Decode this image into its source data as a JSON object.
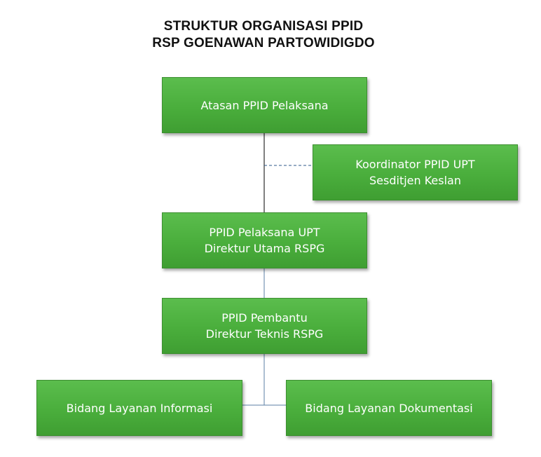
{
  "title": {
    "line1": "STRUKTUR ORGANISASI PPID",
    "line2": "RSP GOENAWAN PARTOWIDIGDO"
  },
  "nodes": {
    "atasan": {
      "line1": "Atasan PPID Pelaksana"
    },
    "koordinator": {
      "line1": "Koordinator PPID UPT",
      "line2": "Sesditjen Keslan"
    },
    "pelaksana": {
      "line1": "PPID Pelaksana UPT",
      "line2": "Direktur Utama RSPG"
    },
    "pembantu": {
      "line1": "PPID Pembantu",
      "line2": "Direktur Teknis RSPG"
    },
    "informasi": {
      "line1": "Bidang Layanan Informasi"
    },
    "dokumentasi": {
      "line1": "Bidang Layanan Dokumentasi"
    }
  },
  "colors": {
    "box_fill": "#4aae3c",
    "box_text": "#ffffff",
    "solid_connector": "#000000",
    "blue_connector": "#5b7fa6",
    "dashed_connector": "#2f5a8a"
  }
}
